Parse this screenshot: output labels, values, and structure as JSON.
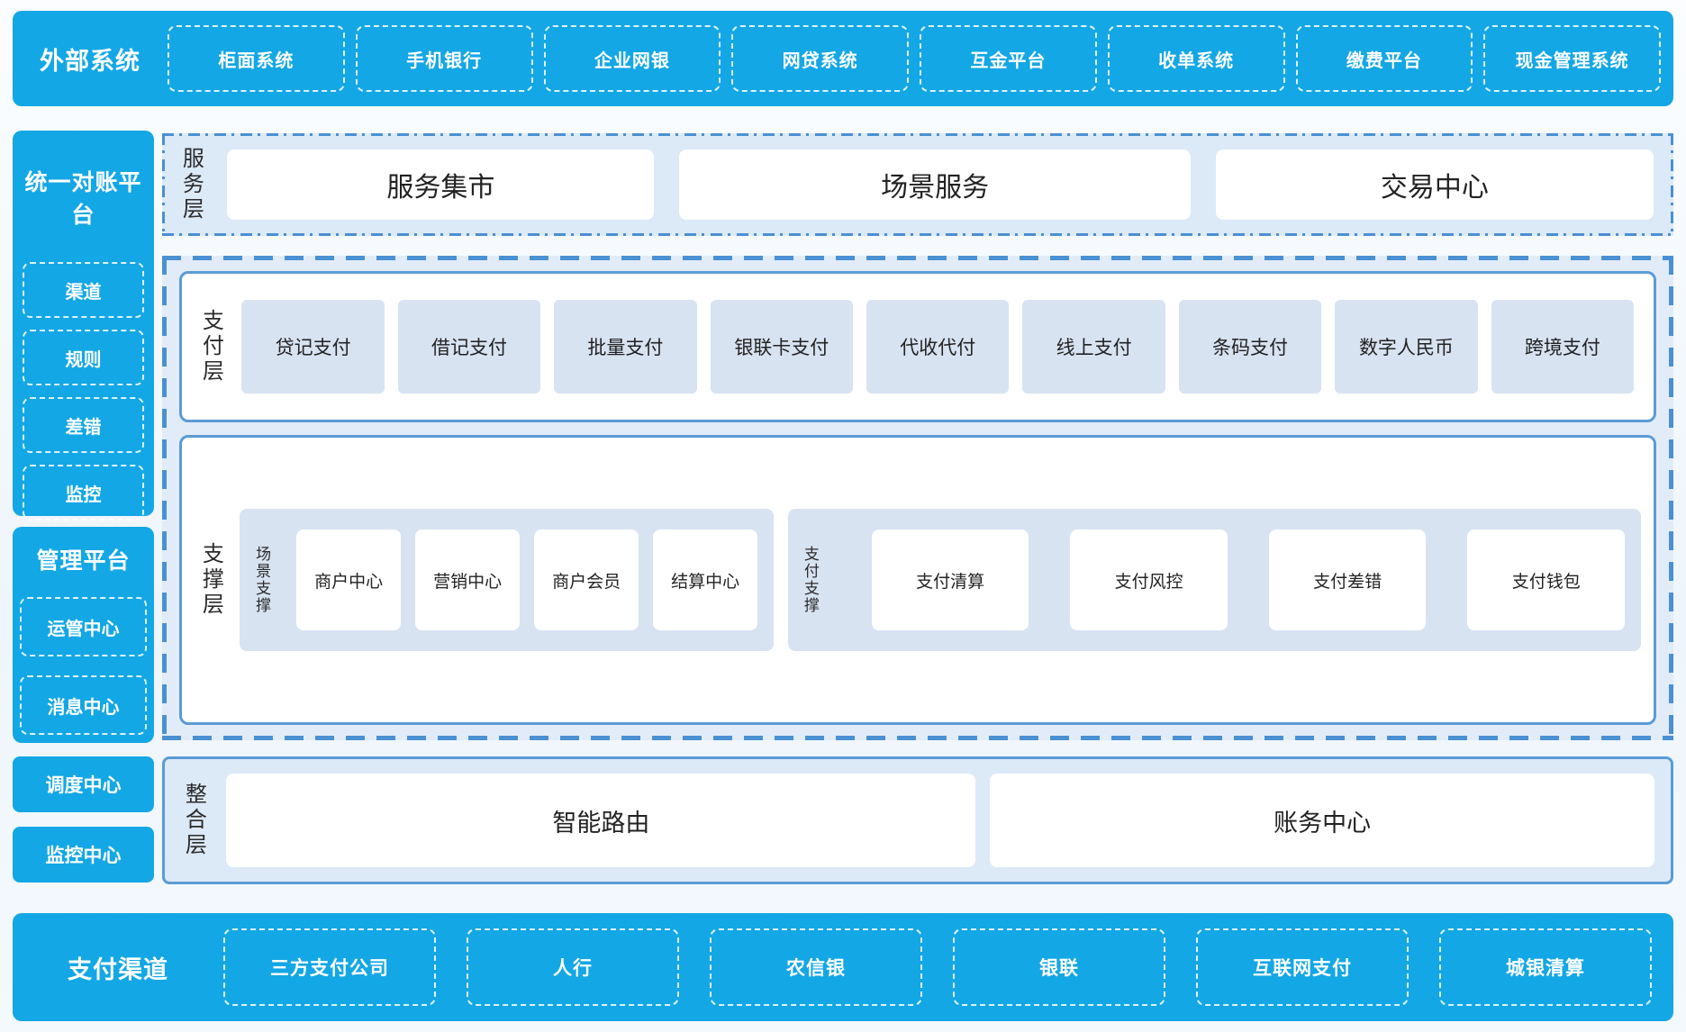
{
  "colors": {
    "accent_cyan": "#14a7e5",
    "panel_light_blue": "#dce9f7",
    "inner_light_blue": "#d8e3f2",
    "border_blue": "#5b9bd5",
    "dashed_border_blue": "#4a90d2",
    "white_dash": "#ffffff"
  },
  "top_bar": {
    "title": "外部系统",
    "items": [
      "柜面系统",
      "手机银行",
      "企业网银",
      "网贷系统",
      "互金平台",
      "收单系统",
      "缴费平台",
      "现金管理系统"
    ]
  },
  "left": {
    "reconciliation": {
      "title": "统一对账平台",
      "items": [
        "渠道",
        "规则",
        "差错",
        "监控"
      ]
    },
    "management": {
      "title": "管理平台",
      "items": [
        "运管中心",
        "消息中心"
      ]
    },
    "standalone": [
      "调度中心",
      "监控中心"
    ]
  },
  "layers": {
    "service": {
      "label": "服务层",
      "items": [
        "服务集市",
        "场景服务",
        "交易中心"
      ]
    },
    "payment": {
      "label": "支付层",
      "items": [
        "贷记支付",
        "借记支付",
        "批量支付",
        "银联卡支付",
        "代收代付",
        "线上支付",
        "条码支付",
        "数字人民币",
        "跨境支付"
      ]
    },
    "support": {
      "label": "支撑层",
      "groups": [
        {
          "label": "场景支撑",
          "items": [
            "商户中心",
            "营销中心",
            "商户会员",
            "结算中心"
          ]
        },
        {
          "label": "支付支撑",
          "items": [
            "支付清算",
            "支付风控",
            "支付差错",
            "支付钱包"
          ]
        }
      ]
    },
    "integration": {
      "label": "整合层",
      "items": [
        "智能路由",
        "账务中心"
      ]
    }
  },
  "bottom_bar": {
    "title": "支付渠道",
    "items": [
      "三方支付公司",
      "人行",
      "农信银",
      "银联",
      "互联网支付",
      "城银清算"
    ]
  }
}
